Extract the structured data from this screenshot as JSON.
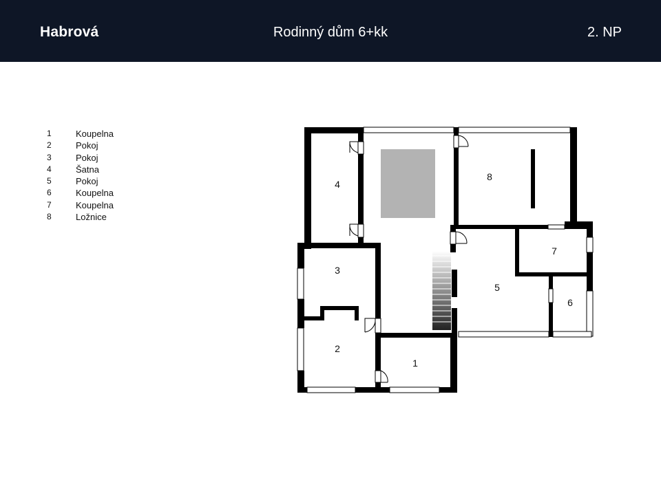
{
  "header": {
    "brand": "Habrová",
    "title": "Rodinný dům 6+kk",
    "floor": "2. NP",
    "background": "#0e1626"
  },
  "legend": [
    {
      "num": "1",
      "label": "Koupelna"
    },
    {
      "num": "2",
      "label": "Pokoj"
    },
    {
      "num": "3",
      "label": "Pokoj"
    },
    {
      "num": "4",
      "label": "Šatna"
    },
    {
      "num": "5",
      "label": "Pokoj"
    },
    {
      "num": "6",
      "label": "Koupelna"
    },
    {
      "num": "7",
      "label": "Koupelna"
    },
    {
      "num": "8",
      "label": "Ložnice"
    }
  ],
  "plan": {
    "room_labels": [
      "1",
      "2",
      "3",
      "4",
      "5",
      "6",
      "7",
      "8"
    ],
    "wall_color": "#000000",
    "void_color": "#b3b3b3"
  }
}
